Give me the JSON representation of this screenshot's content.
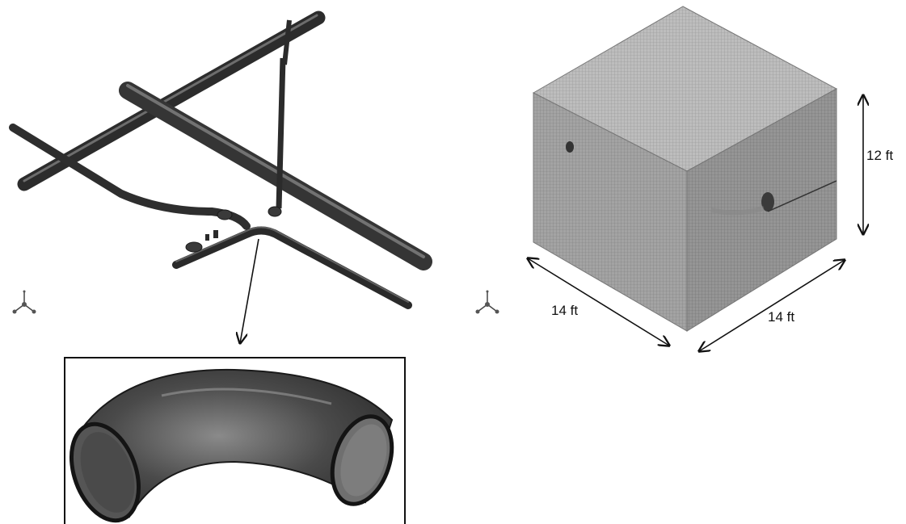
{
  "figure": {
    "dimensions": {
      "height_label": "12 ft",
      "width_left_label": "14 ft",
      "width_right_label": "14 ft"
    },
    "colors": {
      "pipe": "#3a3a3a",
      "pipe_highlight": "#8a8a8a",
      "mesh_front": "#9a9a9a",
      "mesh_top": "#b4b4b4",
      "mesh_side": "#8c8c8c",
      "line": "#111111"
    },
    "icons": [
      "triad-axes-icon",
      "pipe-elbow-icon",
      "pipe-network-icon",
      "mesh-domain-icon"
    ]
  }
}
